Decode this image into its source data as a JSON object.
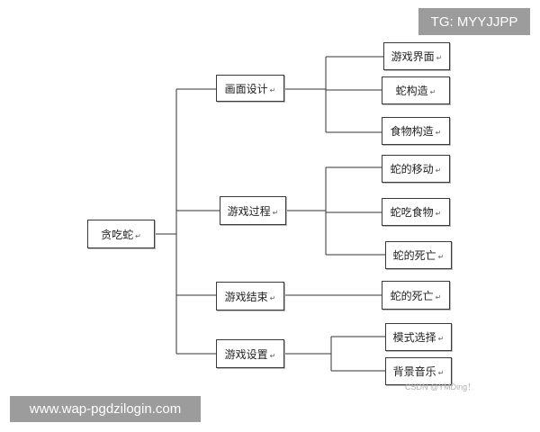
{
  "watermark_top": "TG: MYYJJPP",
  "watermark_bottom": "www.wap-pgdzilogin.com",
  "credit": "CSDN @YMDing！",
  "root": {
    "label": "贪吃蛇"
  },
  "branches": [
    {
      "label": "画面设计",
      "children": [
        "游戏界面",
        "蛇构造",
        "食物构造"
      ]
    },
    {
      "label": "游戏过程",
      "children": [
        "蛇的移动",
        "蛇吃食物",
        "蛇的死亡"
      ]
    },
    {
      "label": "游戏结束",
      "children": [
        "蛇的死亡"
      ]
    },
    {
      "label": "游戏设置",
      "children": [
        "模式选择",
        "背景音乐"
      ]
    }
  ]
}
